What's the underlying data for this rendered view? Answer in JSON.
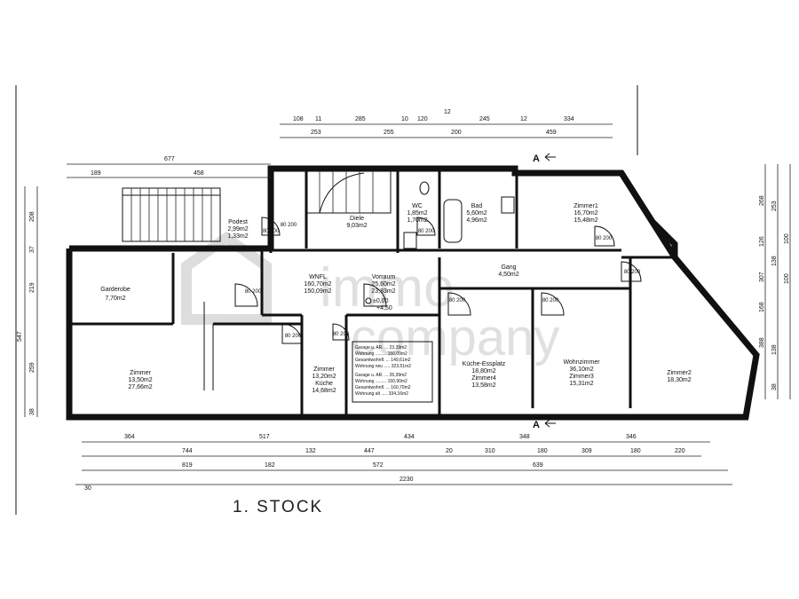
{
  "floor_title": "1. STOCK",
  "watermark": {
    "line1": "immo",
    "line2": "company"
  },
  "rooms": {
    "podest": {
      "name": "Podest",
      "area": "2,99m2",
      "area2": "1,33m2"
    },
    "diele": {
      "name": "Diele",
      "area": "9,03m2"
    },
    "wc": {
      "name": "WC",
      "area": "1,85m2",
      "area2": "1,70m2"
    },
    "bad": {
      "name": "Bad",
      "area": "5,60m2",
      "area2": "4,96m2"
    },
    "zimmer1": {
      "name": "Zimmer1",
      "area": "16,70m2",
      "area2": "15,48m2"
    },
    "wnfl": {
      "name": "WNFL",
      "area": "160,70m2",
      "area2": "150,09m2"
    },
    "vorraum": {
      "name": "Vorraum",
      "area": "25,60m2",
      "area2": "23,83m2"
    },
    "gang": {
      "name": "Gang",
      "area": "4,50m2"
    },
    "garderobe": {
      "name": "Garderobe",
      "area": "7,70m2"
    },
    "zimmer_big": {
      "name": "Zimmer",
      "area": "13,50m2",
      "area2": "27,66m2"
    },
    "zimmer_small": {
      "name": "Zimmer",
      "area": "13,20m2"
    },
    "kueche": {
      "name": "Küche",
      "area": "14,68m2"
    },
    "kueche_ess": {
      "name": "Küche-Essplatz",
      "area": "18,80m2"
    },
    "zimmer4": {
      "name": "Zimmer4",
      "area": "13,58m2"
    },
    "wohnzimmer": {
      "name": "Wohnzimmer",
      "area": "36,10m2"
    },
    "zimmer3": {
      "name": "Zimmer3",
      "area": "15,31m2"
    },
    "zimmer2": {
      "name": "Zimmer2",
      "area": "18,30m2"
    }
  },
  "area_table": {
    "rows": [
      "Garage u. AR. ... 23,39m2",
      "Wohnung ......... 150,09m2",
      "Gesamtwohnfl. ... 149,61m2",
      "Wohnung neu ..... 323,51m2",
      "Garage u. AR. ... 26,39m2",
      "Wohnung ......... 150,90m2",
      "Gesamtwohnfl. ... 160,70m2",
      "Wohnung alt ..... 334,16m2"
    ]
  },
  "level_marks": [
    "±0,00",
    "+4,50"
  ],
  "section_marks": [
    "A",
    "A"
  ],
  "door_marks": [
    "80 200",
    "80 200",
    "80 200",
    "80 200",
    "80 200",
    "80 200",
    "80 200",
    "80 200",
    "80 200",
    "80 200"
  ],
  "dimensions": {
    "top_row1": [
      "108",
      "11",
      "285",
      "10",
      "120",
      "12",
      "245",
      "12",
      "334"
    ],
    "top_row2": [
      "253",
      "255",
      "200",
      "459"
    ],
    "top_row3": [
      "677"
    ],
    "top_row4": [
      "189",
      "458"
    ],
    "left_col": [
      "208",
      "37",
      "219",
      "547",
      "259",
      "38"
    ],
    "right_col": [
      "268",
      "253",
      "126",
      "100",
      "138",
      "307",
      "100",
      "168",
      "388",
      "138",
      "38"
    ],
    "bottom_row1": [
      "364",
      "517",
      "434",
      "348",
      "346"
    ],
    "bottom_row2": [
      "744",
      "132",
      "447",
      "20",
      "310",
      "180",
      "309",
      "180",
      "220"
    ],
    "bottom_row3": [
      "819",
      "182",
      "572",
      "639"
    ],
    "bottom_row4": [
      "30",
      "2230"
    ]
  }
}
